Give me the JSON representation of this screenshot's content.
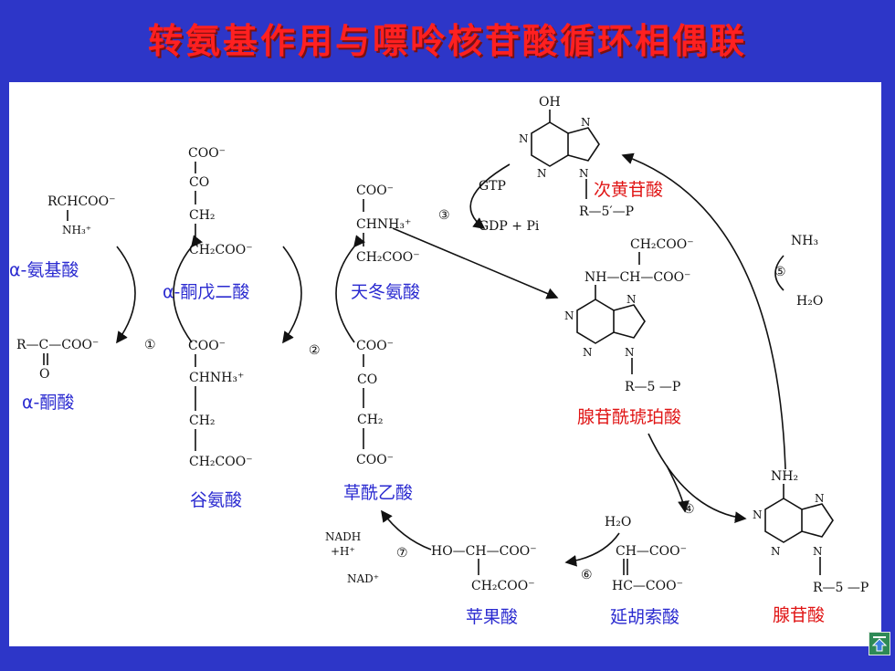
{
  "slide": {
    "title": "转氨基作用与嘌呤核苷酸循环相偶联"
  },
  "labels": {
    "amino_acid": "α-氨基酸",
    "alpha_ketoglutarate": "α-酮戊二酸",
    "aspartate": "天冬氨酸",
    "keto_acid": "α-酮酸",
    "glutamate": "谷氨酸",
    "oxaloacetate": "草酰乙酸",
    "imp": "次黄苷酸",
    "adenylosuccinate": "腺苷酰琥珀酸",
    "amp": "腺苷酸",
    "malate": "苹果酸",
    "fumarate": "延胡索酸"
  },
  "chem": {
    "coo_minus": "COO⁻",
    "co": "CO",
    "ch2": "CH₂",
    "ch2coo": "CH₂COO⁻",
    "rchcoo": "RCHCOO⁻",
    "nh3": "NH₃⁺",
    "chnh3": "CHNH₃⁺",
    "chnh3_glu": "CHNH₃⁺",
    "r_c_coo": "R—C—COO⁻",
    "o": "O",
    "oh": "OH",
    "nh2": "NH₂",
    "gtp": "GTP",
    "gdp": "GDP + Pi",
    "r5p": "R—5′—P",
    "r5p_b": "R—5 —P",
    "r5p_c": "R—5 —P",
    "ch2coo_succ": "CH₂COO⁻",
    "nh_ch_coo": "NH—CH—COO⁻",
    "nh3_free": "NH₃",
    "h2o": "H₂O",
    "h2o_b": "H₂O",
    "nadh": "NADH",
    "h_plus": "+H⁺",
    "nad": "NAD⁺",
    "ho_ch_coo": "HO—CH—COO⁻",
    "ch2coo_mal": "CH₂COO⁻",
    "ch_coo": "CH—COO⁻",
    "hc_coo": "HC—COO⁻",
    "n": "N",
    "step1": "①",
    "step2": "②",
    "step3": "③",
    "step4": "④",
    "step5": "⑤",
    "step6": "⑥",
    "step7": "⑦"
  },
  "nav": {
    "icon": "up-arrow-icon"
  }
}
